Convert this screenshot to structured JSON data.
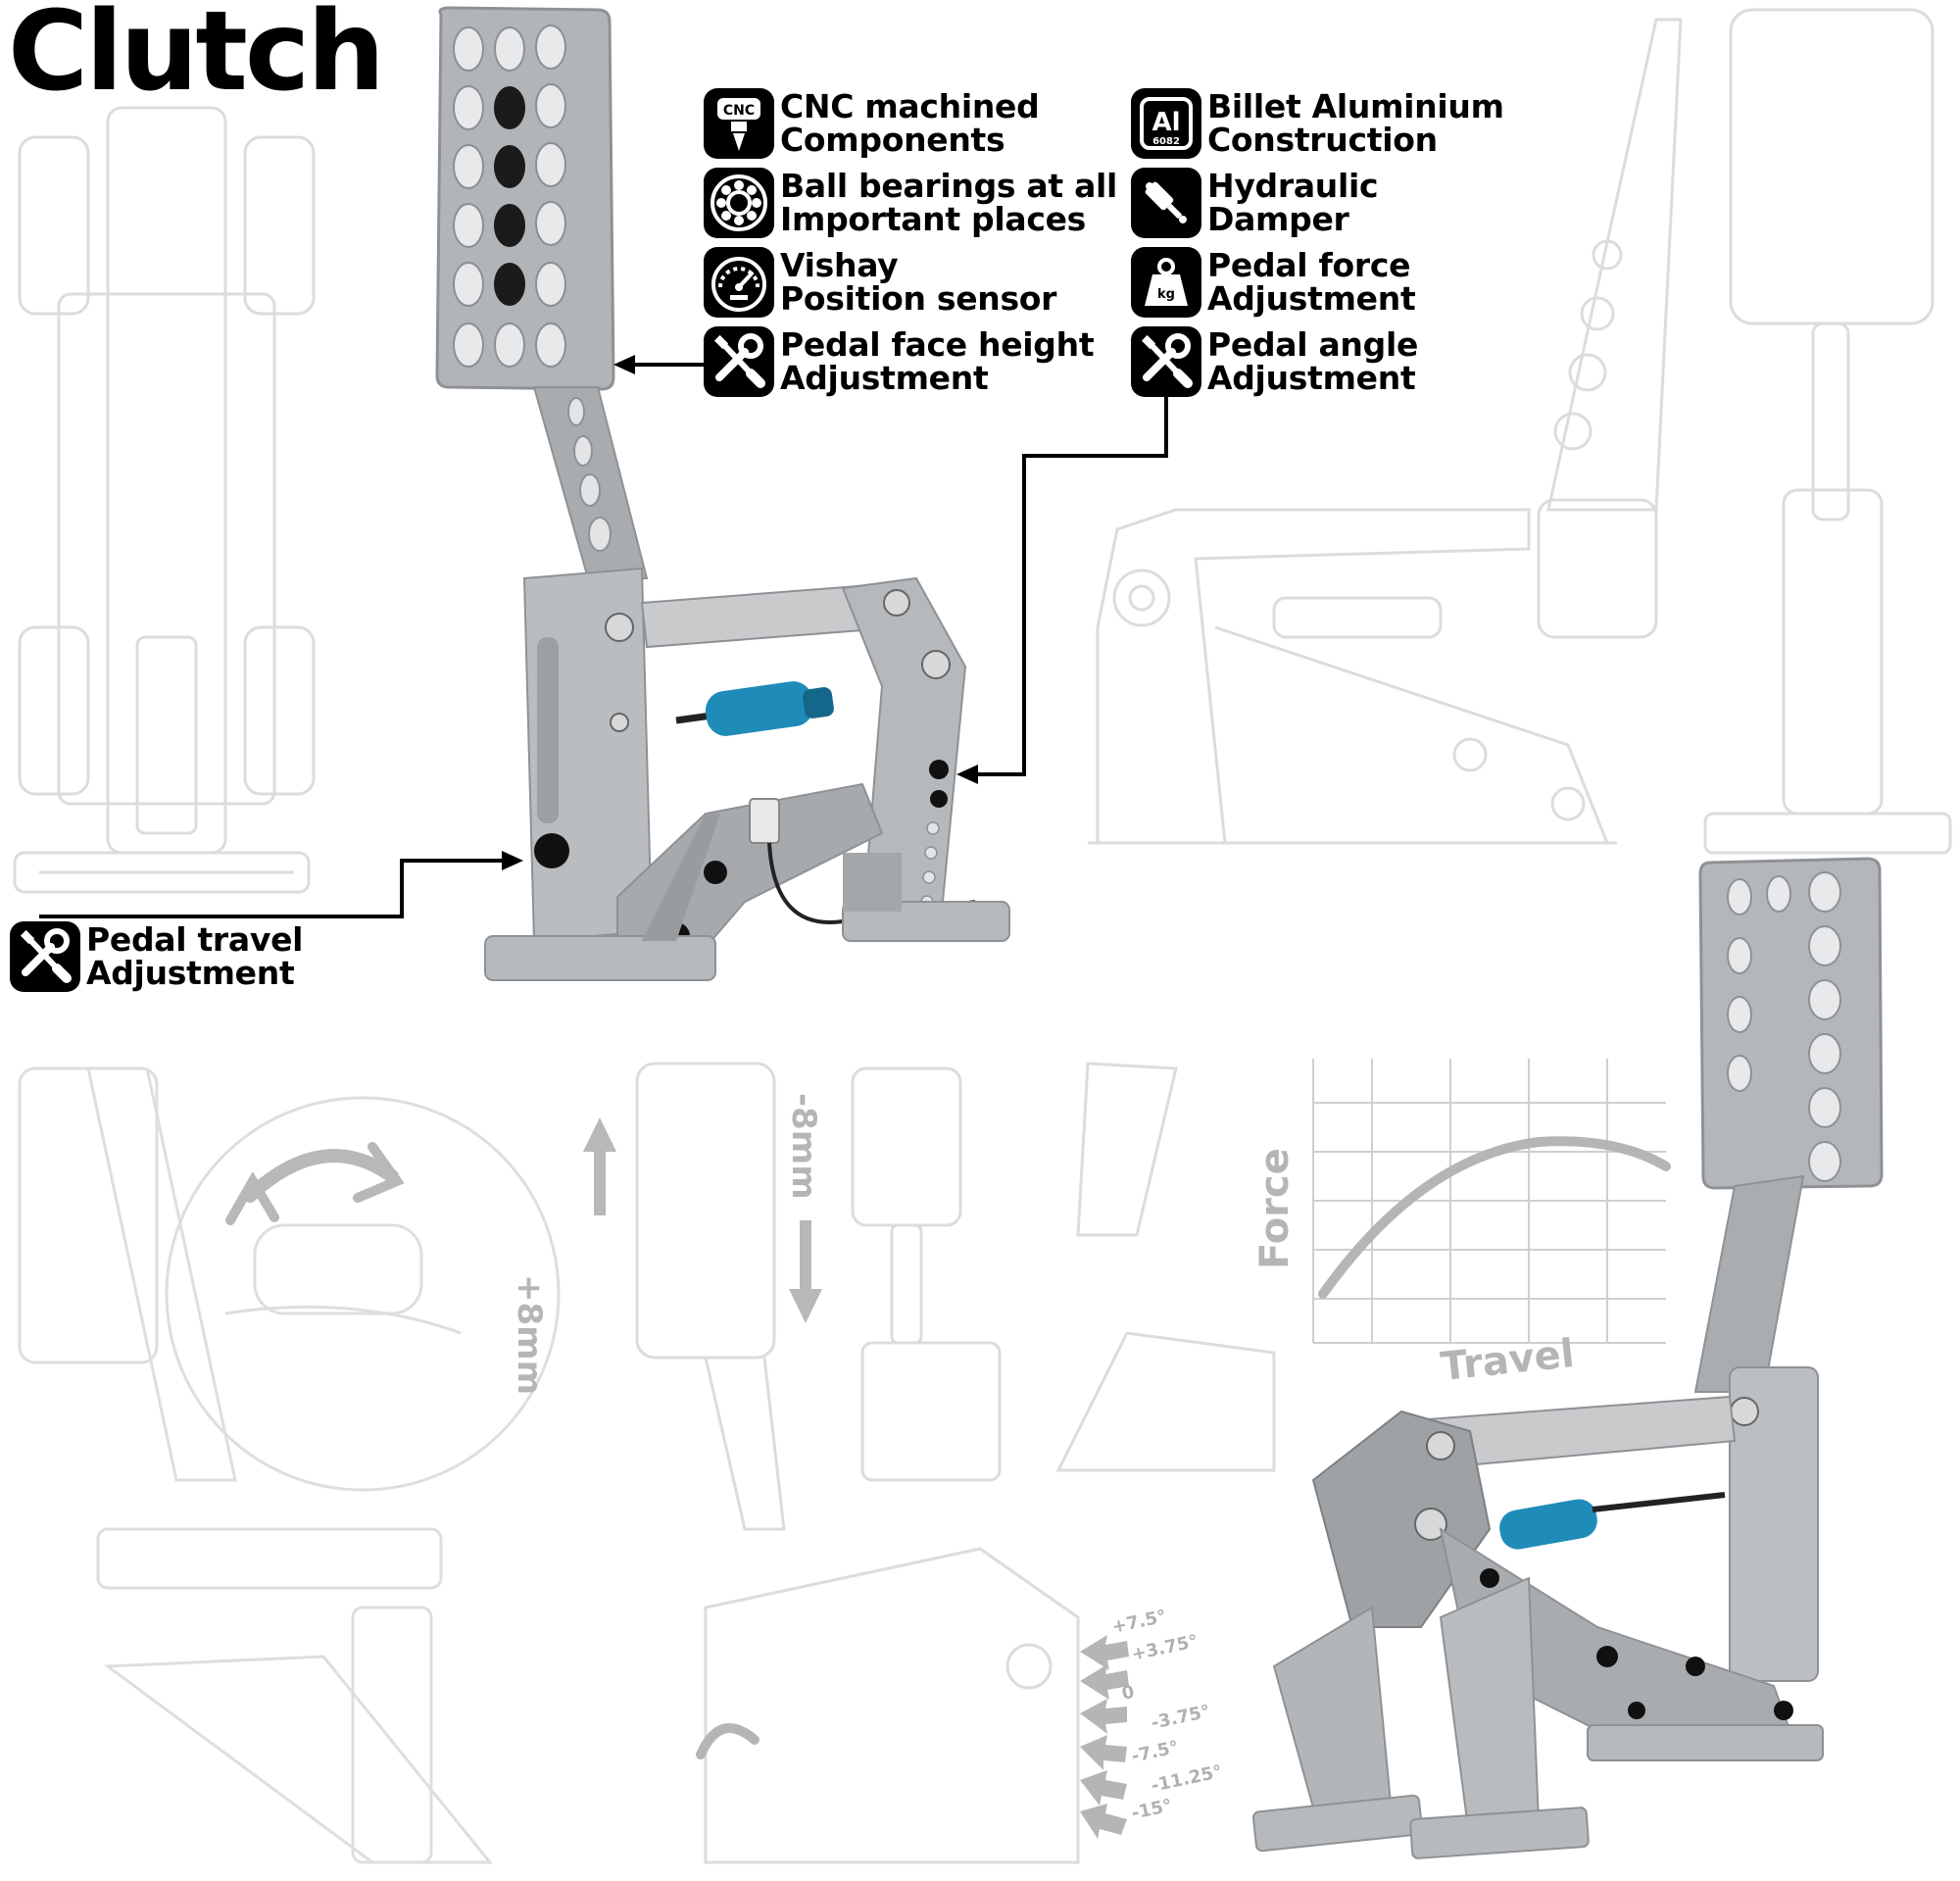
{
  "title": "Clutch",
  "features_left": [
    {
      "icon": "cnc-icon",
      "line1": "CNC machined",
      "line2": "Components"
    },
    {
      "icon": "ball-bearing-icon",
      "line1": "Ball bearings at all",
      "line2": "Important places"
    },
    {
      "icon": "gauge-icon",
      "line1": "Vishay",
      "line2": "Position sensor"
    },
    {
      "icon": "wrench-screwdriver-icon",
      "line1": "Pedal face height",
      "line2": "Adjustment"
    }
  ],
  "features_right": [
    {
      "icon": "aluminium-element-icon",
      "line1": "Billet Aluminium",
      "line2": "Construction"
    },
    {
      "icon": "damper-icon",
      "line1": "Hydraulic",
      "line2": "Damper"
    },
    {
      "icon": "weight-icon",
      "line1": "Pedal force",
      "line2": "Adjustment"
    },
    {
      "icon": "wrench-screwdriver-icon",
      "line1": "Pedal angle",
      "line2": "Adjustment"
    }
  ],
  "icon_labels": {
    "cnc": "CNC",
    "al": "Al",
    "al_grade": "6082",
    "kg": "kg"
  },
  "travel_feature": {
    "icon": "wrench-screwdriver-icon",
    "line1": "Pedal travel",
    "line2": "Adjustment"
  },
  "height_labels": {
    "up": "+8mm",
    "down": "-8mm"
  },
  "force_chart": {
    "ylabel": "Force",
    "xlabel": "Travel"
  },
  "angle_labels": [
    "+7.5°",
    "+3.75°",
    "0",
    "-3.75°",
    "-7.5°",
    "-11.25°",
    "-15°"
  ],
  "colors": {
    "accent_blue": "#1f8bb8",
    "metal": "#b9bcbf",
    "line_art": "#d6d6d6",
    "black": "#000000"
  }
}
